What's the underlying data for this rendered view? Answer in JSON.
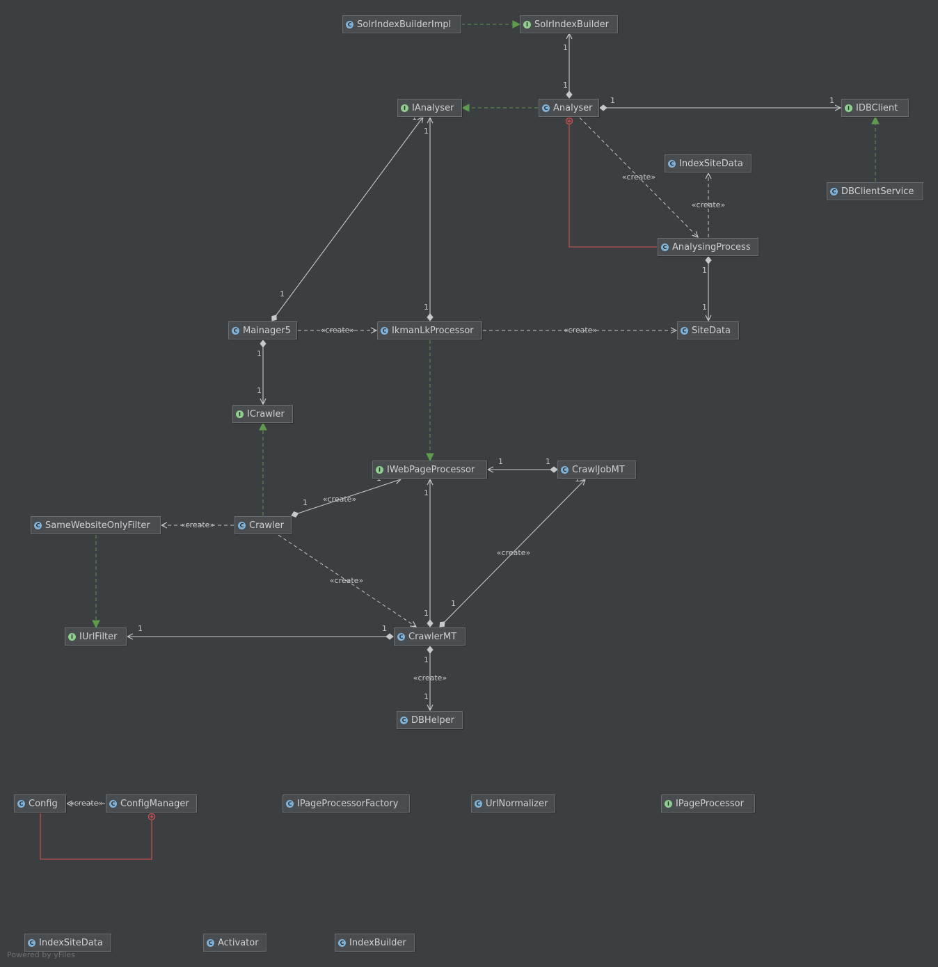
{
  "nodes": [
    {
      "id": "SolrIndexBuilderImpl",
      "label": "SolrIndexBuilderImpl",
      "kind": "class"
    },
    {
      "id": "SolrIndexBuilder",
      "label": "SolrIndexBuilder",
      "kind": "interface"
    },
    {
      "id": "IAnalyser",
      "label": "IAnalyser",
      "kind": "interface"
    },
    {
      "id": "Analyser",
      "label": "Analyser",
      "kind": "class"
    },
    {
      "id": "IDBClient",
      "label": "IDBClient",
      "kind": "interface"
    },
    {
      "id": "IndexSiteData1",
      "label": "IndexSiteData",
      "kind": "class"
    },
    {
      "id": "DBClientService",
      "label": "DBClientService",
      "kind": "class"
    },
    {
      "id": "AnalysingProcess",
      "label": "AnalysingProcess",
      "kind": "class"
    },
    {
      "id": "Mainager5",
      "label": "Mainager5",
      "kind": "class"
    },
    {
      "id": "IkmanLkProcessor",
      "label": "IkmanLkProcessor",
      "kind": "class"
    },
    {
      "id": "SiteData",
      "label": "SiteData",
      "kind": "class"
    },
    {
      "id": "ICrawler",
      "label": "ICrawler",
      "kind": "interface"
    },
    {
      "id": "IWebPageProcessor",
      "label": "IWebPageProcessor",
      "kind": "interface"
    },
    {
      "id": "CrawlJobMT",
      "label": "CrawlJobMT",
      "kind": "class"
    },
    {
      "id": "SameWebsiteOnlyFilter",
      "label": "SameWebsiteOnlyFilter",
      "kind": "class"
    },
    {
      "id": "Crawler",
      "label": "Crawler",
      "kind": "class"
    },
    {
      "id": "IUrlFilter",
      "label": "IUrlFilter",
      "kind": "interface"
    },
    {
      "id": "CrawlerMT",
      "label": "CrawlerMT",
      "kind": "class"
    },
    {
      "id": "DBHelper",
      "label": "DBHelper",
      "kind": "class"
    },
    {
      "id": "Config",
      "label": "Config",
      "kind": "class"
    },
    {
      "id": "ConfigManager",
      "label": "ConfigManager",
      "kind": "class"
    },
    {
      "id": "IPageProcessorFactory",
      "label": "IPageProcessorFactory",
      "kind": "class"
    },
    {
      "id": "UrlNormalizer",
      "label": "UrlNormalizer",
      "kind": "class"
    },
    {
      "id": "IPageProcessor",
      "label": "IPageProcessor",
      "kind": "interface"
    },
    {
      "id": "IndexSiteData2",
      "label": "IndexSiteData",
      "kind": "class"
    },
    {
      "id": "Activator",
      "label": "Activator",
      "kind": "class"
    },
    {
      "id": "IndexBuilder",
      "label": "IndexBuilder",
      "kind": "class"
    }
  ],
  "edges": [
    {
      "from": "SolrIndexBuilderImpl",
      "to": "SolrIndexBuilder",
      "type": "implements"
    },
    {
      "from": "Analyser",
      "to": "SolrIndexBuilder",
      "type": "composition",
      "src_mult": "1",
      "dst_mult": "1"
    },
    {
      "from": "Analyser",
      "to": "IAnalyser",
      "type": "implements"
    },
    {
      "from": "Analyser",
      "to": "IDBClient",
      "type": "composition",
      "src_mult": "1",
      "dst_mult": "1"
    },
    {
      "from": "DBClientService",
      "to": "IDBClient",
      "type": "implements"
    },
    {
      "from": "Analyser",
      "to": "AnalysingProcess",
      "type": "create",
      "label": "«create»"
    },
    {
      "from": "AnalysingProcess",
      "to": "Analyser",
      "type": "inner"
    },
    {
      "from": "AnalysingProcess",
      "to": "IndexSiteData1",
      "type": "create",
      "label": "«create»"
    },
    {
      "from": "AnalysingProcess",
      "to": "SiteData",
      "type": "composition",
      "src_mult": "1",
      "dst_mult": "1"
    },
    {
      "from": "Mainager5",
      "to": "IAnalyser",
      "type": "composition",
      "src_mult": "1",
      "dst_mult": "1"
    },
    {
      "from": "IkmanLkProcessor",
      "to": "IAnalyser",
      "type": "composition",
      "src_mult": "1",
      "dst_mult": "1"
    },
    {
      "from": "Mainager5",
      "to": "IkmanLkProcessor",
      "type": "create",
      "label": "«create»"
    },
    {
      "from": "IkmanLkProcessor",
      "to": "SiteData",
      "type": "create",
      "label": "«create»"
    },
    {
      "from": "Mainager5",
      "to": "ICrawler",
      "type": "composition",
      "src_mult": "1",
      "dst_mult": "1"
    },
    {
      "from": "IkmanLkProcessor",
      "to": "IWebPageProcessor",
      "type": "implements"
    },
    {
      "from": "CrawlJobMT",
      "to": "IWebPageProcessor",
      "type": "composition",
      "src_mult": "1",
      "dst_mult": "1"
    },
    {
      "from": "Crawler",
      "to": "ICrawler",
      "type": "implements"
    },
    {
      "from": "Crawler",
      "to": "IWebPageProcessor",
      "type": "composition",
      "src_mult": "1",
      "dst_mult": "1",
      "label": "«create»"
    },
    {
      "from": "Crawler",
      "to": "SameWebsiteOnlyFilter",
      "type": "create",
      "label": "«create»"
    },
    {
      "from": "SameWebsiteOnlyFilter",
      "to": "IUrlFilter",
      "type": "implements"
    },
    {
      "from": "Crawler",
      "to": "CrawlerMT",
      "type": "create",
      "label": "«create»"
    },
    {
      "from": "CrawlerMT",
      "to": "IWebPageProcessor",
      "type": "composition",
      "src_mult": "1",
      "dst_mult": "1"
    },
    {
      "from": "CrawlerMT",
      "to": "CrawlJobMT",
      "type": "composition",
      "src_mult": "1",
      "dst_mult": "1",
      "label": "«create»"
    },
    {
      "from": "CrawlerMT",
      "to": "IUrlFilter",
      "type": "composition",
      "src_mult": "1",
      "dst_mult": "1"
    },
    {
      "from": "CrawlerMT",
      "to": "DBHelper",
      "type": "composition",
      "src_mult": "1",
      "dst_mult": "1",
      "label": "«create»"
    },
    {
      "from": "ConfigManager",
      "to": "Config",
      "type": "create",
      "label": "«create»"
    },
    {
      "from": "Config",
      "to": "ConfigManager",
      "type": "inner"
    }
  ],
  "watermark": "Powered by yFiles",
  "colors": {
    "background": "#3c3f41",
    "edge": "#c8c8c8",
    "implements": "#5f9b4c",
    "inner": "#d9534f",
    "class_badge": "#7fb3d9",
    "interface_badge": "#8fcf8f"
  }
}
